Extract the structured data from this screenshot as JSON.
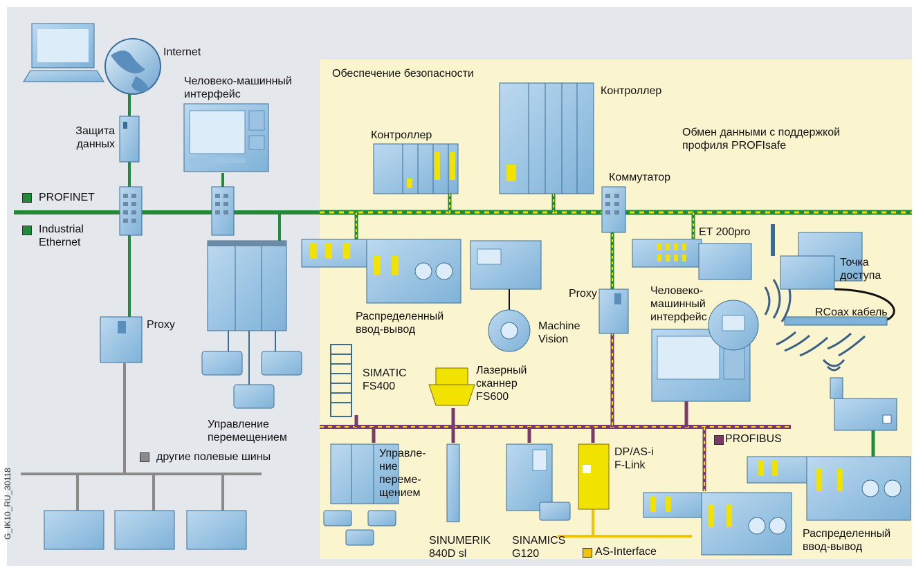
{
  "zone": {
    "safety_title": "Обеспечение безопасности"
  },
  "legend": {
    "profinet": {
      "label": "PROFINET",
      "color": "#1e8a3a"
    },
    "industrial_ethernet": {
      "label": "Industrial\nEthernet",
      "color": "#1e8a3a"
    },
    "other_fieldbus": {
      "label": "другие полевые шины",
      "color": "#8a8a8a"
    },
    "profibus": {
      "label": "PROFIBUS",
      "color": "#7a3a6a"
    },
    "as_interface": {
      "label": "AS-Interface",
      "color": "#f2c200"
    }
  },
  "labels": {
    "internet": "Internet",
    "data_protection": "Защита\nданных",
    "hmi_top": "Человеко-машинный\nинтерфейс",
    "controller_small": "Контроллер",
    "controller_large": "Контроллер",
    "profisafe": "Обмен данными с поддержкой\nпрофиля PROFIsafe",
    "switch": "Коммутатор",
    "et200pro": "ET 200pro",
    "proxy_left": "Proxy",
    "proxy_mid": "Proxy",
    "distributed_io_top": "Распределенный\nввод-вывод",
    "machine_vision": "Machine\nVision",
    "hmi_mid": "Человеко-\nмашинный\nинтерфейс",
    "access_point": "Точка\nдоступа",
    "rcoax": "RCoax кабель",
    "simatic_fs400": "SIMATIC\nFS400",
    "laser_scanner": "Лазерный\nсканнер\nFS600",
    "motion_left": "Управление\nперемещением",
    "motion_bottom": "Управле-\nние\nпереме-\nщением",
    "sinumerik": "SINUMERIK\n840D sl",
    "sinamics": "SINAMICS\nG120",
    "dp_as_link": "DP/AS-i\nF-Link",
    "distributed_io_bottom": "Распределенный\nввод-вывод"
  },
  "figure_id": "G_IK10_RU_30118"
}
